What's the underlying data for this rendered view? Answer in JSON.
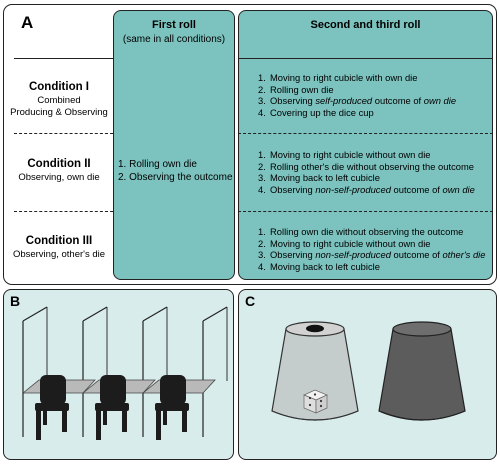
{
  "panel_a": {
    "label": "A",
    "col1": {
      "title": "First roll",
      "subtitle": "(same in all conditions)"
    },
    "col2": {
      "title": "Second and third roll"
    },
    "conditions": [
      {
        "title": "Condition I",
        "subtitle_lines": [
          "Combined",
          "Producing & Observing"
        ]
      },
      {
        "title": "Condition II",
        "subtitle_lines": [
          "Observing, own die"
        ]
      },
      {
        "title": "Condition III",
        "subtitle_lines": [
          "Observing, other's die"
        ]
      }
    ],
    "first_roll_steps": [
      "1. Rolling own die",
      "2. Observing the outcome"
    ],
    "second_third_steps": [
      [
        {
          "num": "1.",
          "parts": [
            {
              "t": "Moving to right cubicle with own die",
              "i": false
            }
          ]
        },
        {
          "num": "2.",
          "parts": [
            {
              "t": "Rolling own die",
              "i": false
            }
          ]
        },
        {
          "num": "3.",
          "parts": [
            {
              "t": "Observing ",
              "i": false
            },
            {
              "t": "self-produced",
              "i": true
            },
            {
              "t": " outcome of ",
              "i": false
            },
            {
              "t": "own die",
              "i": true
            }
          ]
        },
        {
          "num": "4.",
          "parts": [
            {
              "t": "Covering up the dice cup",
              "i": false
            }
          ]
        }
      ],
      [
        {
          "num": "1.",
          "parts": [
            {
              "t": "Moving to right cubicle without own die",
              "i": false
            }
          ]
        },
        {
          "num": "2.",
          "parts": [
            {
              "t": "Rolling other's die without observing the outcome",
              "i": false
            }
          ]
        },
        {
          "num": "3.",
          "parts": [
            {
              "t": "Moving back to left cubicle",
              "i": false
            }
          ]
        },
        {
          "num": "4.",
          "parts": [
            {
              "t": "Observing ",
              "i": false
            },
            {
              "t": "non-self-produced",
              "i": true
            },
            {
              "t": " outcome of ",
              "i": false
            },
            {
              "t": "own die",
              "i": true
            }
          ]
        }
      ],
      [
        {
          "num": "1.",
          "parts": [
            {
              "t": "Rolling own die without observing the outcome",
              "i": false
            }
          ]
        },
        {
          "num": "2.",
          "parts": [
            {
              "t": "Moving to right cubicle without own die",
              "i": false
            }
          ]
        },
        {
          "num": "3.",
          "parts": [
            {
              "t": "Observing ",
              "i": false
            },
            {
              "t": "non-self-produced",
              "i": true
            },
            {
              "t": " outcome of ",
              "i": false
            },
            {
              "t": "other's die",
              "i": true
            }
          ]
        },
        {
          "num": "4.",
          "parts": [
            {
              "t": "Moving back to left cubicle",
              "i": false
            }
          ]
        }
      ]
    ],
    "colors": {
      "teal": "#7cc3bf",
      "panel_bg": "#d9ecec"
    }
  },
  "panel_b": {
    "label": "B",
    "illustration": "three-cubicles-with-chairs"
  },
  "panel_c": {
    "label": "C",
    "illustration": "transparent-dice-cup-and-opaque-dice-cup"
  }
}
